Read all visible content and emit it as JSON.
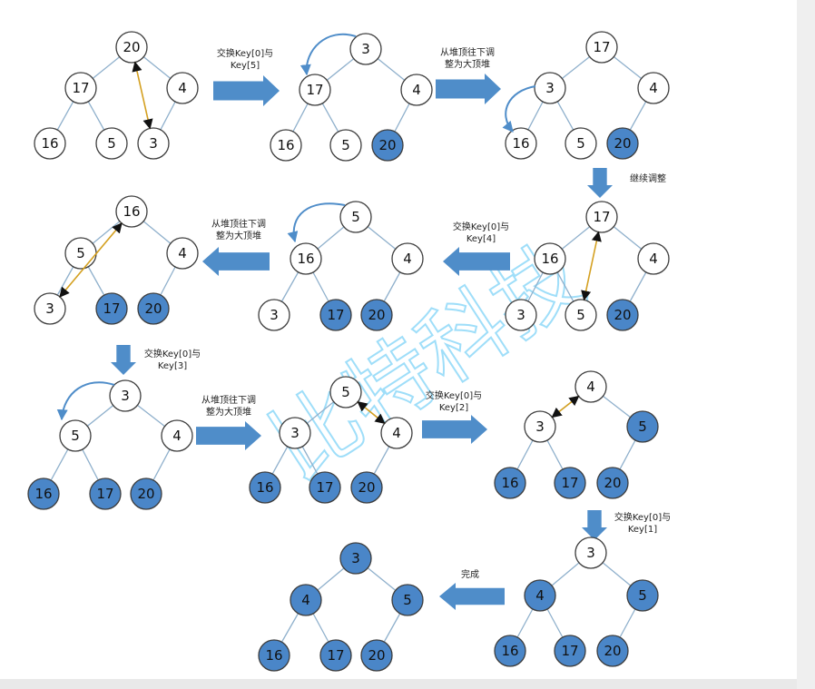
{
  "colors": {
    "edge": "#8fb0cc",
    "node_stroke": "#3d3d3d",
    "node_fill": "#ffffff",
    "sorted_fill": "#4a86c8",
    "arrow_fill": "#4f8dc9",
    "swap_line": "#d4a020",
    "curve": "#4f8dc9"
  },
  "watermark": "比特科技",
  "steps": [
    {
      "nodes": [
        "20",
        "17",
        "4",
        "16",
        "5",
        "3"
      ],
      "sorted": []
    },
    {
      "nodes": [
        "3",
        "17",
        "4",
        "16",
        "5",
        "20"
      ],
      "sorted": [
        5
      ]
    },
    {
      "nodes": [
        "17",
        "3",
        "4",
        "16",
        "5",
        "20"
      ],
      "sorted": [
        5
      ]
    },
    {
      "nodes": [
        "17",
        "16",
        "4",
        "3",
        "5",
        "20"
      ],
      "sorted": [
        5
      ]
    },
    {
      "nodes": [
        "5",
        "16",
        "4",
        "3",
        "17",
        "20"
      ],
      "sorted": [
        4,
        5
      ]
    },
    {
      "nodes": [
        "16",
        "5",
        "4",
        "3",
        "17",
        "20"
      ],
      "sorted": [
        4,
        5
      ]
    },
    {
      "nodes": [
        "3",
        "5",
        "4",
        "16",
        "17",
        "20"
      ],
      "sorted": [
        3,
        4,
        5
      ]
    },
    {
      "nodes": [
        "5",
        "3",
        "4",
        "16",
        "17",
        "20"
      ],
      "sorted": [
        3,
        4,
        5
      ]
    },
    {
      "nodes": [
        "4",
        "3",
        "5",
        "16",
        "17",
        "20"
      ],
      "sorted": [
        2,
        3,
        4,
        5
      ]
    },
    {
      "nodes": [
        "3",
        "4",
        "5",
        "16",
        "17",
        "20"
      ],
      "sorted": [
        1,
        2,
        3,
        4,
        5
      ]
    },
    {
      "nodes": [
        "3",
        "4",
        "5",
        "16",
        "17",
        "20"
      ],
      "sorted": [
        0,
        1,
        2,
        3,
        4,
        5
      ]
    }
  ],
  "labels": {
    "swap_0_5": [
      "交换Key[0]与",
      "Key[5]"
    ],
    "adjust_1": [
      "从堆顶往下调",
      "整为大顶堆"
    ],
    "continue": [
      "继续调整"
    ],
    "swap_0_4": [
      "交换Key[0]与",
      "Key[4]"
    ],
    "adjust_2": [
      "从堆顶往下调",
      "整为大顶堆"
    ],
    "swap_0_3": [
      "交换Key[0]与",
      "Key[3]"
    ],
    "adjust_3": [
      "从堆顶往下调",
      "整为大顶堆"
    ],
    "swap_0_2": [
      "交换Key[0]与",
      "Key[2]"
    ],
    "swap_0_1": [
      "交换Key[0]与",
      "Key[1]"
    ],
    "done": [
      "完成"
    ]
  }
}
